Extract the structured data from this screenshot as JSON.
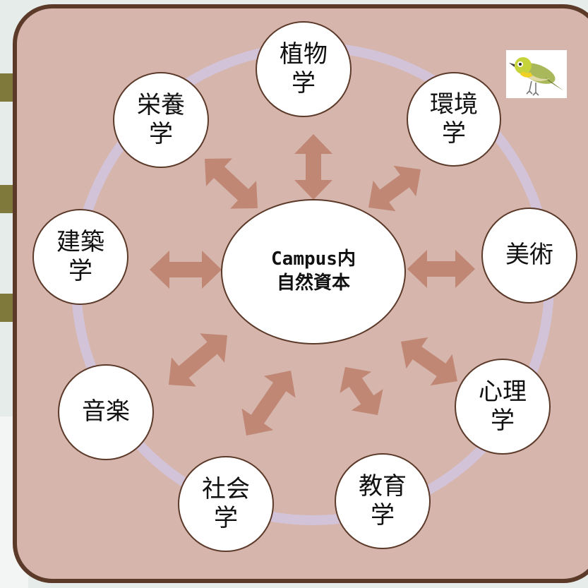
{
  "center": {
    "line1": "Campus内",
    "line2": "自然資本"
  },
  "nodes": [
    {
      "text": "植物\n学"
    },
    {
      "text": "環境\n学"
    },
    {
      "text": "美術"
    },
    {
      "text": "心理\n学"
    },
    {
      "text": "教育\n学"
    },
    {
      "text": "社会\n学"
    },
    {
      "text": "音楽"
    },
    {
      "text": "建築\n学"
    },
    {
      "text": "栄養\n学"
    }
  ],
  "colors": {
    "stage_fill": "#d5b5ac",
    "stage_border": "#5c3a2a",
    "ring": "#d3c3d9",
    "arrow": "#c08774",
    "side_tab": "#7f7a3b"
  },
  "icons": {
    "corner_image": "white-eye-bird-icon"
  }
}
